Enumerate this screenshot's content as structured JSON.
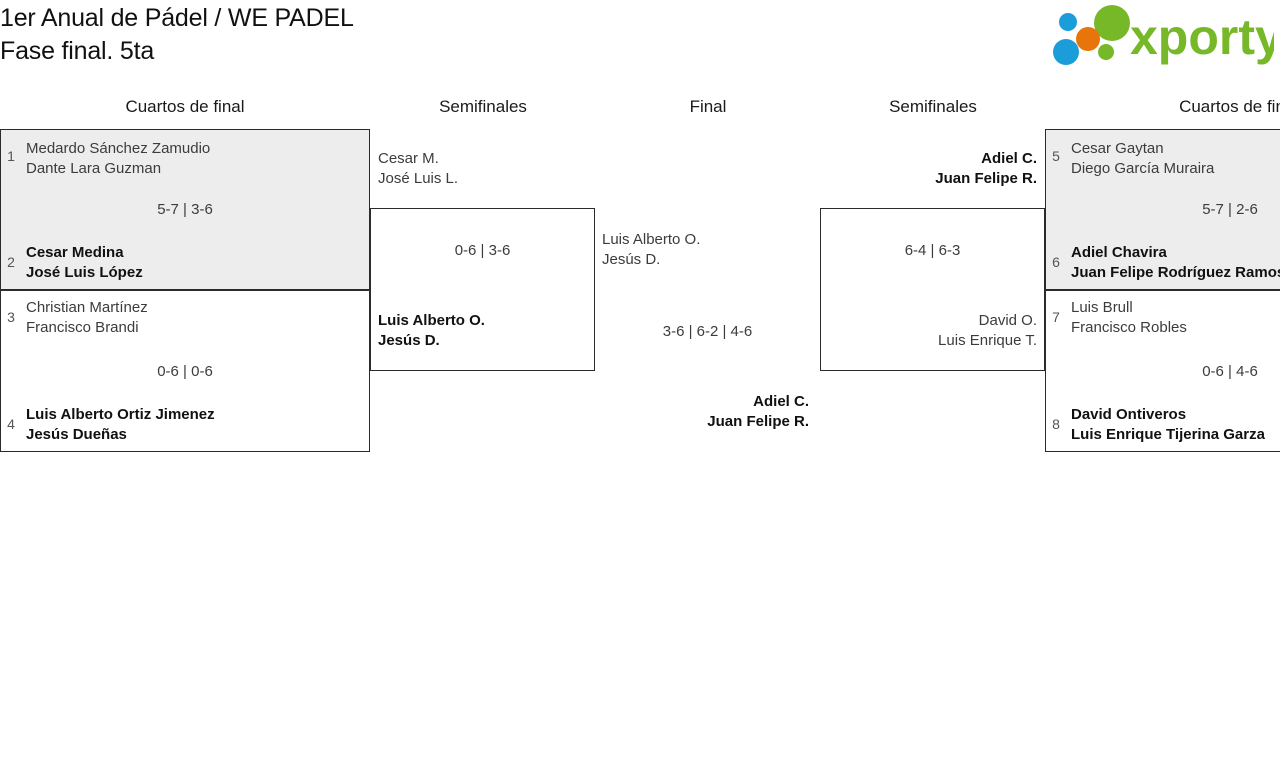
{
  "header": {
    "title_line1": "1er Anual de Pádel / WE PADEL",
    "title_line2": "Fase final. 5ta",
    "logo": {
      "wordmark": "xporty",
      "dot_colors": [
        "#1b9dd9",
        "#e8750a",
        "#76b828"
      ],
      "text_color": "#76b828"
    }
  },
  "columns": [
    {
      "label": "Cuartos de final"
    },
    {
      "label": "Semifinales"
    },
    {
      "label": "Final"
    },
    {
      "label": "Semifinales"
    },
    {
      "label": "Cuartos de fin"
    }
  ],
  "matches": {
    "qf1": {
      "score": "5-7 | 3-6",
      "top": {
        "seed": "1",
        "p1": "Medardo Sánchez Zamudio",
        "p2": "Dante Lara Guzman",
        "winner": false
      },
      "bottom": {
        "seed": "2",
        "p1": "Cesar Medina",
        "p2": "José Luis López",
        "winner": true
      }
    },
    "qf2": {
      "score": "0-6 | 0-6",
      "top": {
        "seed": "3",
        "p1": "Christian Martínez",
        "p2": "Francisco Brandi",
        "winner": false
      },
      "bottom": {
        "seed": "4",
        "p1": "Luis Alberto Ortiz Jimenez",
        "p2": "Jesús Dueñas",
        "winner": true
      }
    },
    "sf1": {
      "score": "0-6 | 3-6",
      "top": {
        "p1": "Cesar M.",
        "p2": "José Luis L.",
        "winner": false
      },
      "bottom": {
        "p1": "Luis Alberto O.",
        "p2": "Jesús D.",
        "winner": true
      }
    },
    "final": {
      "score": "3-6 | 6-2 | 4-6",
      "top": {
        "p1": "Luis Alberto O.",
        "p2": "Jesús D.",
        "winner": false
      },
      "bottom": {
        "p1": "Adiel C.",
        "p2": "Juan Felipe R.",
        "winner": true
      }
    },
    "sf2": {
      "score": "6-4 | 6-3",
      "top": {
        "p1": "Adiel C.",
        "p2": "Juan Felipe R.",
        "winner": true
      },
      "bottom": {
        "p1": "David O.",
        "p2": "Luis Enrique T.",
        "winner": false
      }
    },
    "qf3": {
      "score": "5-7 | 2-6",
      "top": {
        "seed": "5",
        "p1": "Cesar Gaytan",
        "p2": "Diego García Muraira",
        "winner": false
      },
      "bottom": {
        "seed": "6",
        "p1": "Adiel Chavira",
        "p2": "Juan Felipe Rodríguez Ramos",
        "winner": true
      }
    },
    "qf4": {
      "score": "0-6 | 4-6",
      "top": {
        "seed": "7",
        "p1": "Luis Brull",
        "p2": "Francisco Robles",
        "winner": false
      },
      "bottom": {
        "seed": "8",
        "p1": "David Ontiveros",
        "p2": "Luis Enrique Tijerina Garza",
        "winner": true
      }
    }
  }
}
